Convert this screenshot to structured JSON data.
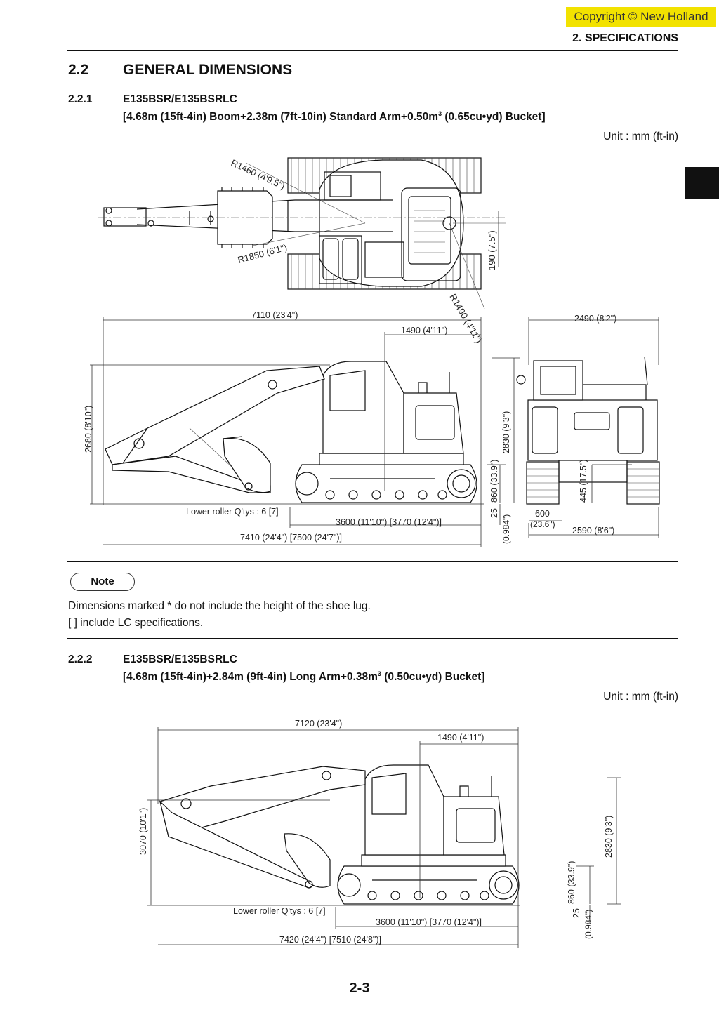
{
  "header": {
    "copyright": "Copyright © New Holland",
    "section": "2. SPECIFICATIONS"
  },
  "section": {
    "number": "2.2",
    "title": "GENERAL DIMENSIONS"
  },
  "sub1": {
    "number": "2.2.1",
    "model": "E135BSR/E135BSRLC",
    "config": "[4.68m (15ft-4in) Boom+2.38m (7ft-10in) Standard Arm+0.50m",
    "config_sup": "3",
    "config_end": " (0.65cu•yd) Bucket]",
    "unit": "Unit : mm (ft-in)",
    "labels": {
      "r1460": "R1460 (4'9.5\")",
      "r1850": "R1850 (6'1\")",
      "r1490": "R1490 (4'11\")",
      "d190": "190 (7.5\")",
      "d7110": "7110 (23'4\")",
      "d1490": "1490 (4'11\")",
      "d2490": "2490 (8'2\")",
      "d2680": "2680 (8'10\")",
      "d2830": "2830 (9'3\")",
      "d860": "860 (33.9\")",
      "d445": "445 (17.5\")",
      "d25": "25",
      "d25in": "(0.984\")",
      "d600": "600",
      "d600in": "(23.6\")",
      "d2590": "2590 (8'6\")",
      "rollers": "Lower roller Q'tys : 6 [7]",
      "d3600": "3600 (11'10\") [3770 (12'4\")]",
      "d7410": "7410 (24'4\") [7500 (24'7\")]"
    }
  },
  "note": {
    "label": "Note",
    "line1": "Dimensions marked * do not include the height of the shoe lug.",
    "line2": "[  ] include LC specifications."
  },
  "sub2": {
    "number": "2.2.2",
    "model": "E135BSR/E135BSRLC",
    "config": "[4.68m (15ft-4in)+2.84m (9ft-4in) Long Arm+0.38m",
    "config_sup": "3",
    "config_end": " (0.50cu•yd) Bucket]",
    "unit": "Unit : mm (ft-in)",
    "labels": {
      "d7120": "7120 (23'4\")",
      "d1490": "1490 (4'11\")",
      "d3070": "3070 (10'1\")",
      "d2830": "2830 (9'3\")",
      "d860": "860 (33.9\")",
      "d25": "25",
      "d25in": "(0.984\")",
      "rollers": "Lower roller Q'tys : 6 [7]",
      "d3600": "3600 (11'10\") [3770 (12'4\")]",
      "d7420": "7420 (24'4\") [7510 (24'8\")]"
    }
  },
  "page_number": "2-3"
}
